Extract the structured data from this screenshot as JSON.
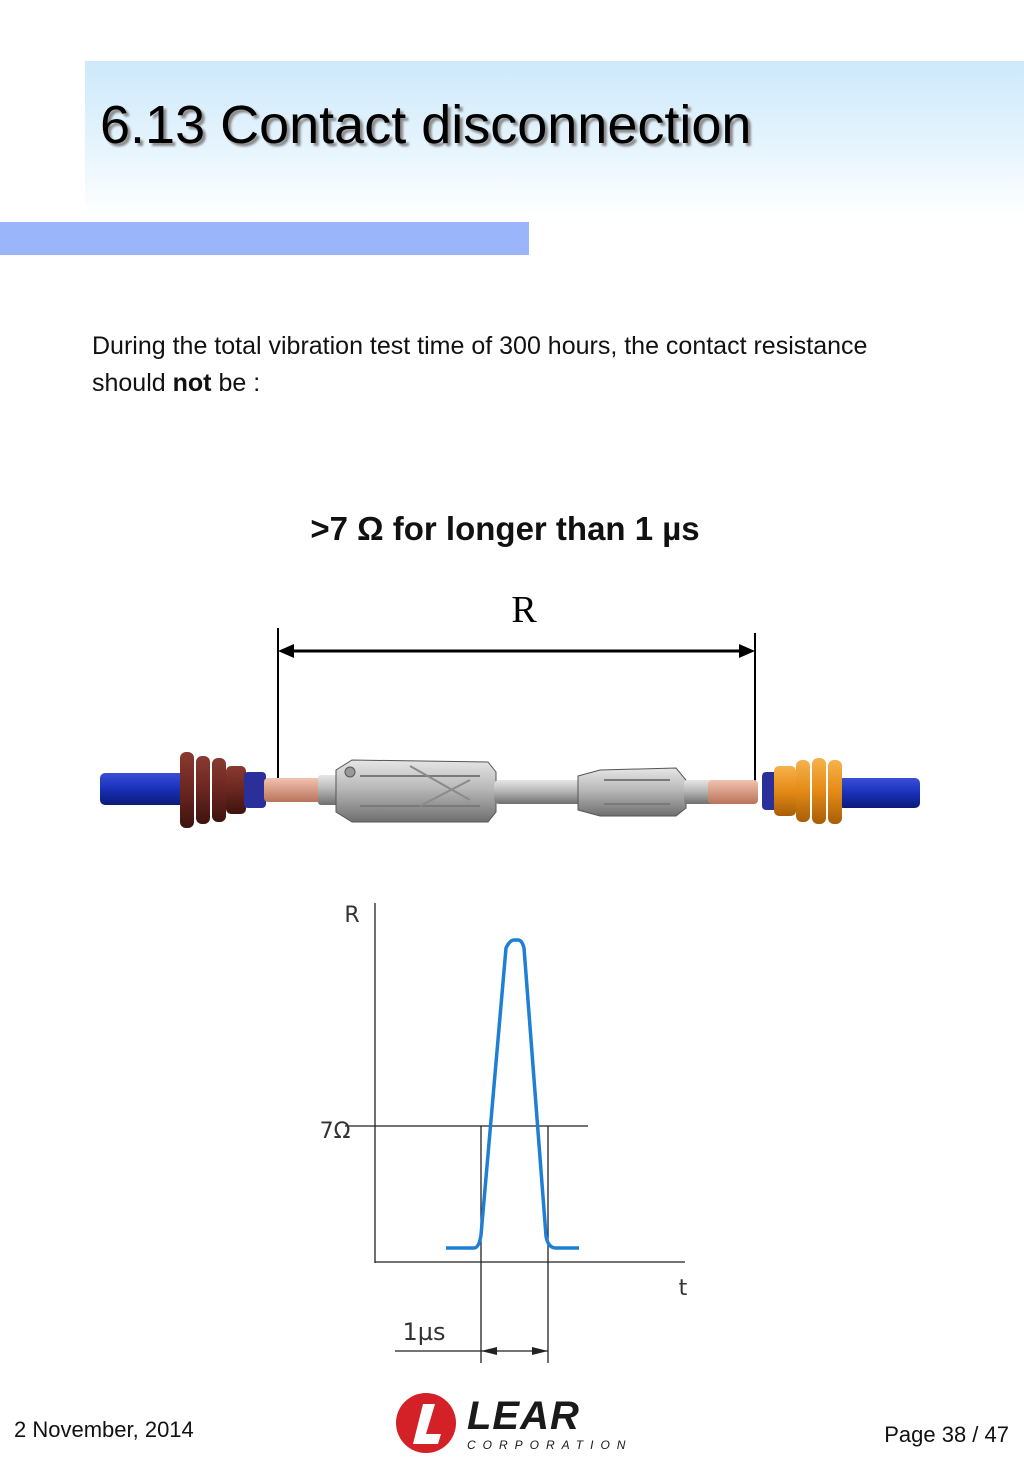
{
  "slide": {
    "title": "6.13 Contact disconnection",
    "intro_before": "During the total vibration test time of 300 hours, the contact resistance should ",
    "intro_bold": "not",
    "intro_after": " be :",
    "spec_text": ">7 Ω for longer than 1 µs"
  },
  "connector_diagram": {
    "dimension_label": "R"
  },
  "pulse_graph": {
    "y_axis_label": "R",
    "x_axis_label": "t",
    "threshold_label": "7Ω",
    "duration_label": "1µs",
    "curve_color": "#1e7fd6"
  },
  "footer": {
    "date": "2 November, 2014",
    "page": "Page 38 / 47",
    "logo_name": "LEAR",
    "logo_sub": "CORPORATION",
    "logo_color": "#d42027"
  }
}
